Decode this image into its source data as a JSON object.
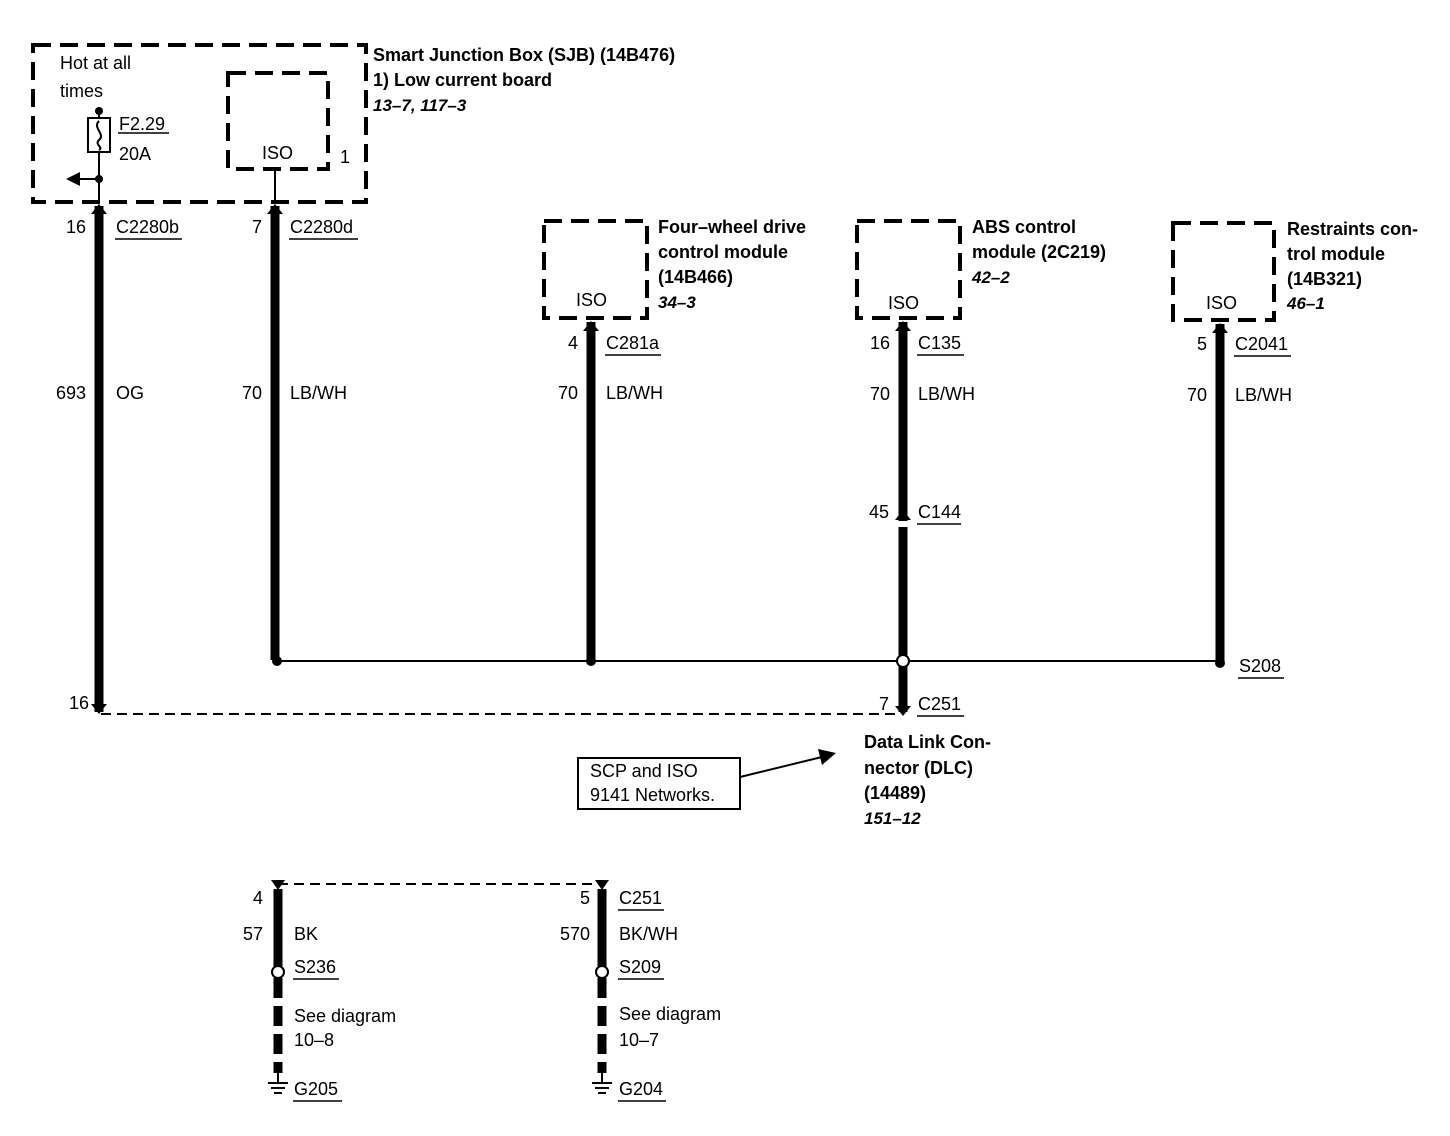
{
  "sjb": {
    "title": "Smart Junction Box (SJB) (14B476)",
    "board": "1)    Low current board",
    "refs": "13–7, 117–3",
    "hot_line1": "Hot at all",
    "hot_line2": "times",
    "fuse_id": "F2.29",
    "fuse_rating": "20A",
    "iso_label": "ISO",
    "iso_note": "1"
  },
  "sjb_wires": [
    {
      "pin": "16",
      "connector": "C2280b",
      "circuit": "693",
      "color": "OG"
    },
    {
      "pin": "7",
      "connector": "C2280d",
      "circuit": "70",
      "color": "LB/WH"
    }
  ],
  "modules": [
    {
      "title_lines": [
        "Four–wheel drive",
        "control module",
        "(14B466)"
      ],
      "ref": "34–3",
      "iso": "ISO",
      "pin": "4",
      "connector": "C281a",
      "circuit": "70",
      "color": "LB/WH"
    },
    {
      "title_lines": [
        "ABS control",
        "module (2C219)"
      ],
      "ref": "42–2",
      "iso": "ISO",
      "pin": "16",
      "connector": "C135",
      "circuit": "70",
      "color": "LB/WH",
      "inline_pin": "45",
      "inline_connector": "C144"
    },
    {
      "title_lines": [
        "Restraints con-",
        "trol module",
        "(14B321)"
      ],
      "ref": "46–1",
      "iso": "ISO",
      "pin": "5",
      "connector": "C2041",
      "circuit": "70",
      "color": "LB/WH"
    }
  ],
  "splice": "S208",
  "dlc": {
    "left_pin": "16",
    "pin": "7",
    "connector": "C251",
    "title_lines": [
      "Data Link Con-",
      "nector (DLC)",
      "(14489)"
    ],
    "ref": "151–12"
  },
  "note": {
    "line1": "SCP and ISO",
    "line2": "9141 Networks."
  },
  "grounds": [
    {
      "pin": "4",
      "circuit": "57",
      "color": "BK",
      "splice": "S236",
      "see1": "See diagram",
      "see2": "10–8",
      "ground": "G205"
    },
    {
      "pin": "5",
      "connector": "C251",
      "circuit": "570",
      "color": "BK/WH",
      "splice": "S209",
      "see1": "See diagram",
      "see2": "10–7",
      "ground": "G204"
    }
  ]
}
